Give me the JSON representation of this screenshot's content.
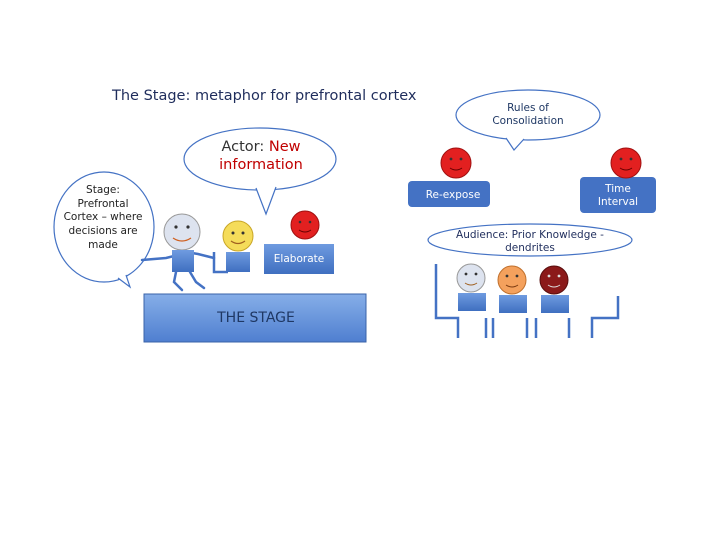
{
  "title": "The Stage: metaphor for prefrontal cortex",
  "bubbles": {
    "rules": "Rules of Consolidation",
    "actor_prefix": "Actor: ",
    "actor_highlight": "New information",
    "stage": "Stage: Prefrontal Cortex – where decisions are made",
    "audience": "Audience: Prior Knowledge - dendrites"
  },
  "labels": {
    "re_expose": "Re-expose",
    "time_interval": "Time Interval",
    "elaborate": "Elaborate",
    "the_stage": "THE STAGE"
  },
  "colors": {
    "accent_blue": "#4472c4",
    "stage_blue": "#5b8fd9",
    "face_yellow": "#f5dc5a",
    "face_orange": "#f4a15d",
    "face_red": "#e22020",
    "face_dark_red": "#8b1a1a",
    "face_light": "#dde3ef",
    "title_text": "#1f2d5c",
    "highlight_red": "#c00000"
  }
}
